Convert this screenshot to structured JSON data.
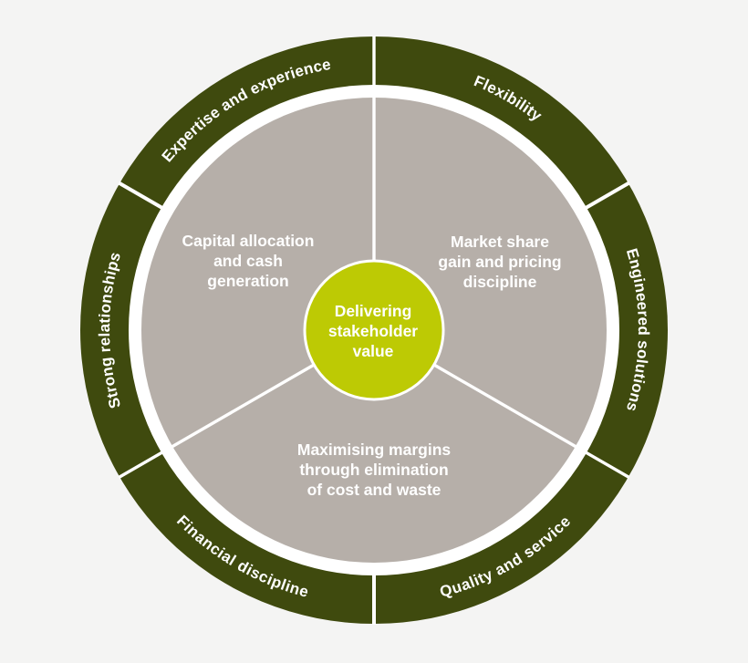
{
  "colors": {
    "background": "#f4f4f3",
    "ring": "#3f4a0e",
    "inner_circle": "#b6afa9",
    "hub": "#bdca04",
    "divider": "#ffffff",
    "text": "#ffffff"
  },
  "ring_segments": [
    {
      "label": "Expertise and experience",
      "position": "top-left"
    },
    {
      "label": "Flexibility",
      "position": "top-right"
    },
    {
      "label": "Engineered solutions",
      "position": "right"
    },
    {
      "label": "Quality and service",
      "position": "bottom-right"
    },
    {
      "label": "Financial discipline",
      "position": "bottom-left"
    },
    {
      "label": "Strong relationships",
      "position": "left"
    }
  ],
  "inner_sectors": [
    {
      "position": "top-left",
      "lines": [
        "Capital allocation",
        "and cash",
        "generation"
      ]
    },
    {
      "position": "top-right",
      "lines": [
        "Market share",
        "gain and pricing",
        "discipline"
      ]
    },
    {
      "position": "bottom",
      "lines": [
        "Maximising margins",
        "through elimination",
        "of cost and waste"
      ]
    }
  ],
  "hub": {
    "lines": [
      "Delivering",
      "stakeholder",
      "value"
    ]
  }
}
